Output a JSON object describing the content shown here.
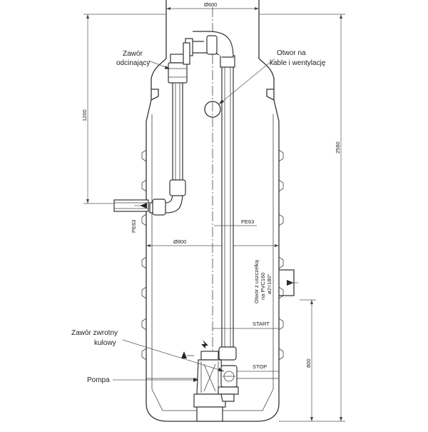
{
  "dimensions": {
    "diameter_top": "Ø600",
    "diameter_mid": "Ø800",
    "height_upper": "1200",
    "height_total": "2560",
    "height_lower": "800",
    "pipe_outlet": "PE63",
    "pipe_riser": "PE63"
  },
  "labels": {
    "shutoff_valve_line1": "Zawór",
    "shutoff_valve_line2": "odcinający",
    "cable_opening_line1": "Otwor na",
    "cable_opening_line2": "kable i wentylację",
    "inlet_line1": "Otwór z uszczelką",
    "inlet_line2": "na PVC160",
    "inlet_line3": "ø2=180°",
    "check_valve_line1": "Zawór zwrotny",
    "check_valve_line2": "kulowy",
    "pump": "Pompa",
    "start": "START",
    "stop": "STOP"
  }
}
